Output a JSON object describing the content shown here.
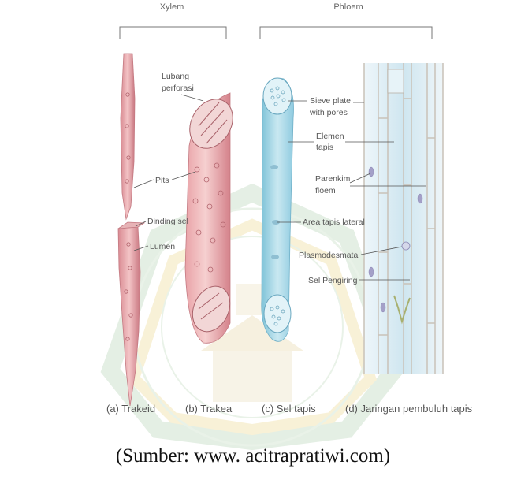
{
  "headers": {
    "xylem": "Xylem",
    "phloem": "Phloem"
  },
  "labels": {
    "lubang": "Lubang",
    "perforasi": "perforasi",
    "pits": "Pits",
    "dinding_sel": "Dinding sel",
    "lumen": "Lumen",
    "sieve_plate_1": "Sieve plate",
    "sieve_plate_2": "with pores",
    "elemen": "Elemen",
    "tapis": "tapis",
    "parenkim": "Parenkim",
    "floem": "floem",
    "area_tapis": "Area tapis lateral",
    "plasmodesmata": "Plasmodesmata",
    "sel_pengiring": "Sel Pengiring"
  },
  "captions": {
    "a": "(a) Trakeid",
    "b": "(b) Trakea",
    "c": "(c) Sel tapis",
    "d": "(d) Jaringan pembuluh tapis"
  },
  "source": "(Sumber: www. acitrapratiwi.com)"
}
